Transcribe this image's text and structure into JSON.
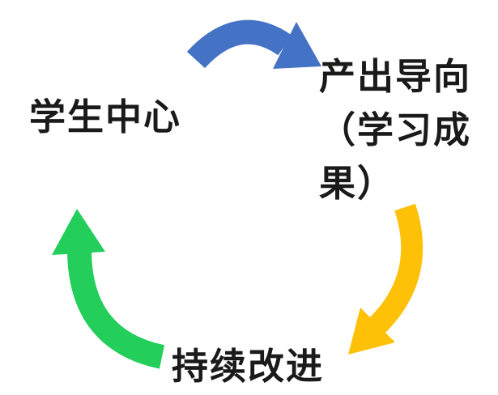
{
  "diagram": {
    "type": "cycle",
    "nodes": [
      {
        "id": "student-center",
        "label": "学生中心"
      },
      {
        "id": "output-oriented",
        "label_lines": {
          "0": "产出导向",
          "1": "（学习成",
          "2": "果）"
        }
      },
      {
        "id": "continuous-improvement",
        "label": "持续改进"
      }
    ],
    "arrows": [
      {
        "id": "arrow-top",
        "from": "student-center",
        "to": "output-oriented",
        "color_name": "blue"
      },
      {
        "id": "arrow-right",
        "from": "output-oriented",
        "to": "continuous-improvement",
        "color_name": "yellow"
      },
      {
        "id": "arrow-left",
        "from": "continuous-improvement",
        "to": "student-center",
        "color_name": "green"
      }
    ],
    "colors": {
      "arrow_blue": "#4472C4",
      "arrow_yellow": "#FFC107",
      "arrow_green": "#24CE5B",
      "text": "#1A1A1A",
      "background": "#FFFFFF"
    }
  }
}
